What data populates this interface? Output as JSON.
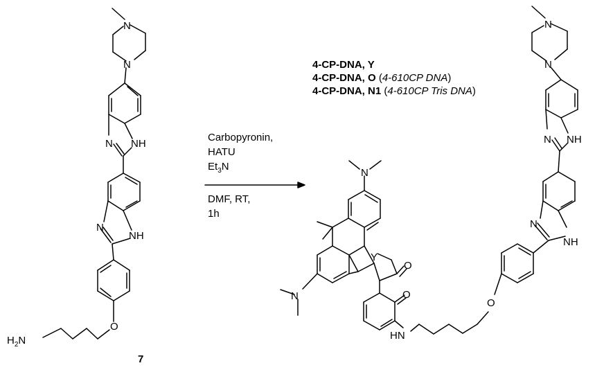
{
  "reaction": {
    "reagents": [
      "Carbopyronin,",
      "HATU",
      "Et",
      "3",
      "N"
    ],
    "conditions": [
      "DMF, RT,",
      "1h"
    ]
  },
  "starting_material": {
    "number": "7",
    "atoms": {
      "N": "N",
      "NH": "NH",
      "O": "O",
      "H2N_H": "H",
      "H2N_2": "2",
      "H2N_N": "N"
    }
  },
  "product": {
    "labels": [
      {
        "bold": "4-CP-DNA, Y",
        "rest": "",
        "italic": ""
      },
      {
        "bold": "4-CP-DNA, O",
        "rest_open": " (",
        "italic": "4-610CP DNA",
        "rest_close": ")"
      },
      {
        "bold": "4-CP-DNA, N1",
        "rest_open": " (",
        "italic": "4-610CP Tris DNA",
        "rest_close": ")"
      }
    ],
    "atoms": {
      "N": "N",
      "NH": "NH",
      "O": "O",
      "Y": "Y",
      "HN": "HN"
    }
  },
  "colors": {
    "ink": "#000000",
    "background": "#ffffff"
  }
}
